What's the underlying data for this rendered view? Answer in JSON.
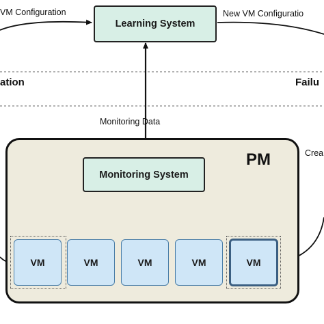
{
  "labels": {
    "top_left": "VM Configuration",
    "top_right": "New VM Configuratio",
    "mid_left": "ation",
    "mid_right": "Failu",
    "monitoring_data": "Monitoring Data",
    "right_edge": "Crea"
  },
  "boxes": {
    "learning_system": "Learning System",
    "monitoring_system": "Monitoring System",
    "pm": "PM"
  },
  "vms": [
    "VM",
    "VM",
    "VM",
    "VM",
    "VM"
  ],
  "colors": {
    "box_green": "#d8efe6",
    "vm_blue": "#cfe6f7",
    "pm_fill": "#eeebdd",
    "new_vm_border": "#3b5f82"
  }
}
